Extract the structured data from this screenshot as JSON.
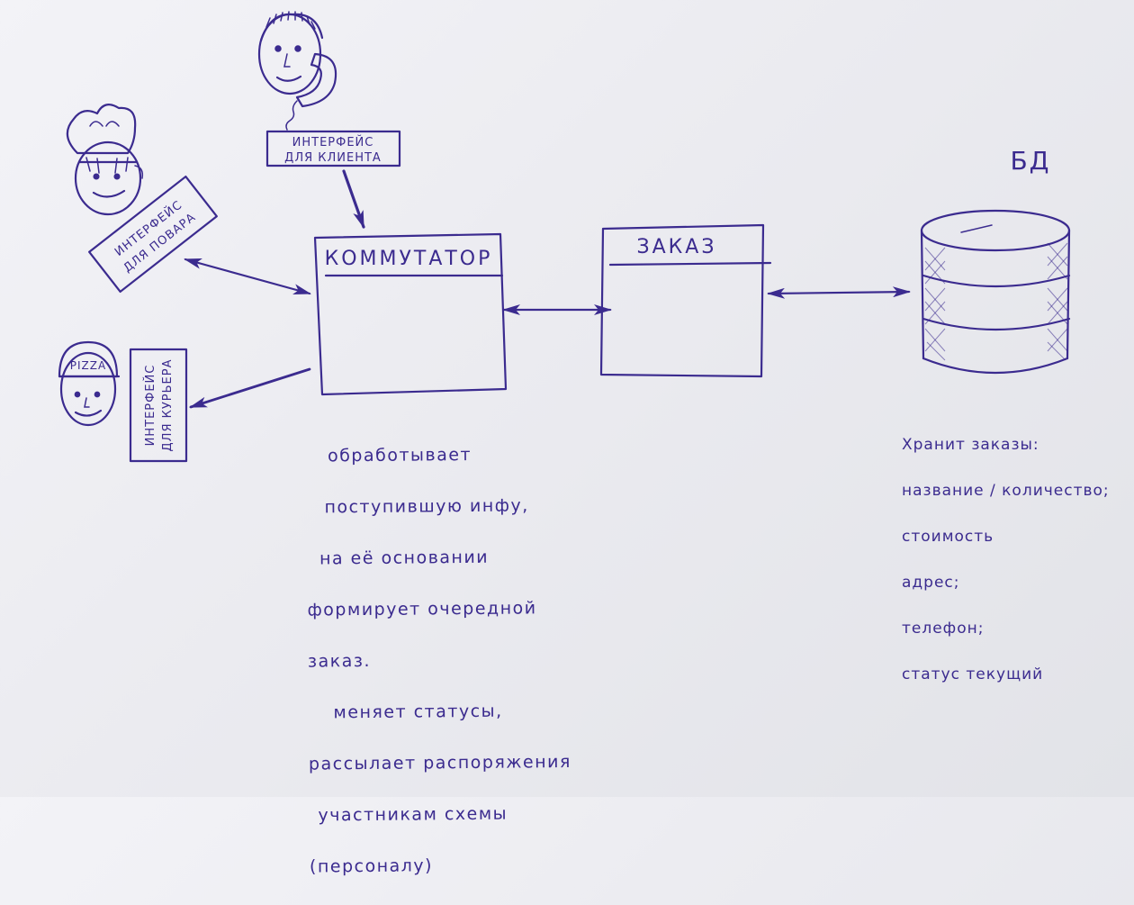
{
  "diagram": {
    "db_title": "БД",
    "interfaces": {
      "client": [
        "ИНТЕРФЕЙС",
        "ДЛЯ КЛИЕНТА"
      ],
      "cook": [
        "ИНТЕРФЕЙС",
        "ДЛЯ ПОВАРА"
      ],
      "courier": [
        "ИНТЕРФЕЙС",
        "ДЛЯ КУРЬЕРА"
      ]
    },
    "courier_cap_text": "PIZZA",
    "switch_box": {
      "title": "КОММУТАТОР"
    },
    "order_box": {
      "title": "ЗАКАЗ"
    },
    "switch_note": [
      "обработывает",
      "поступившую инфу,",
      "на её основании",
      "формирует очередной",
      "заказ.",
      "меняет статусы,",
      "рассылает распоряжения",
      "участникам схемы",
      "(персоналу)"
    ],
    "db_note": [
      "Хранит заказы:",
      "название / количество;",
      "стоимость",
      "адрес;",
      "телефон;",
      "статус текущий"
    ],
    "colors": {
      "ink": "#3b2b8f",
      "paper": "#ececf1"
    }
  }
}
